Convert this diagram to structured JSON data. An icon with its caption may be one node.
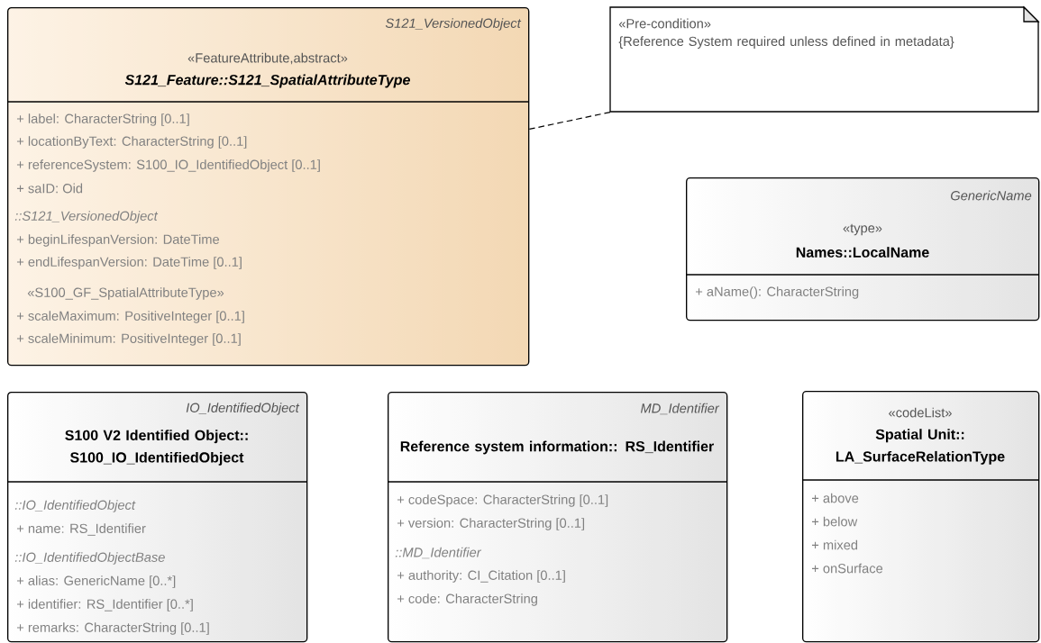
{
  "diagram": {
    "nodes": [
      {
        "text": [
          "S121_VersionedObject",
          "«FeatureAttribute,abstract»",
          "S121_Feature::S121_SpatialAttributeType",
          "+ label: CharacterString [0..1]",
          "+ locationByText: CharacterString [0..1]",
          "+ referenceSystem: S100_IO_IdentifiedObject [0..1]",
          "+ saID: Oid",
          "::S121_VersionedObject",
          "+ beginLifespanVersion: DateTime",
          "+ endLifespanVersion: DateTime [0..1]",
          "«S100_GF_SpatialAttributeType»",
          "+ scaleMaximum: PositiveInteger [0..1]",
          "+ scaleMinimum: PositiveInteger [0..1]"
        ]
      },
      {
        "text": [
          "«Pre-condition»",
          "{Reference System required unless defined in metadata}"
        ]
      },
      {
        "text": [
          "GenericName",
          "«type»",
          "Names::LocalName",
          "+ aName(): CharacterString"
        ]
      },
      {
        "text": [
          "IO_IdentifiedObject",
          "S100 V2 Identified Object:: S100_IO_IdentifiedObject",
          "::IO_IdentifiedObject",
          "+ name: RS_Identifier",
          "::IO_IdentifiedObjectBase",
          "+ alias: GenericName [0..*]",
          "+ identifier: RS_Identifier [0..*]",
          "+ remarks: CharacterString [0..1]"
        ]
      },
      {
        "text": [
          "MD_Identifier",
          "Reference system information:: RS_Identifier",
          "+ codeSpace: CharacterString [0..1]",
          "+ version: CharacterString [0..1]",
          "::MD_Identifier",
          "+ authority: CI_Citation [0..1]",
          "+ code: CharacterString"
        ]
      },
      {
        "text": [
          "«codeList»",
          "Spatial Unit:: LA_SurfaceRelationType",
          "+ above",
          "+ below",
          "+ mixed",
          "+ onSurface"
        ]
      }
    ],
    "edges": [
      {
        "from": 1,
        "to": 0,
        "arrow": "none",
        "style": "dashed"
      }
    ]
  }
}
